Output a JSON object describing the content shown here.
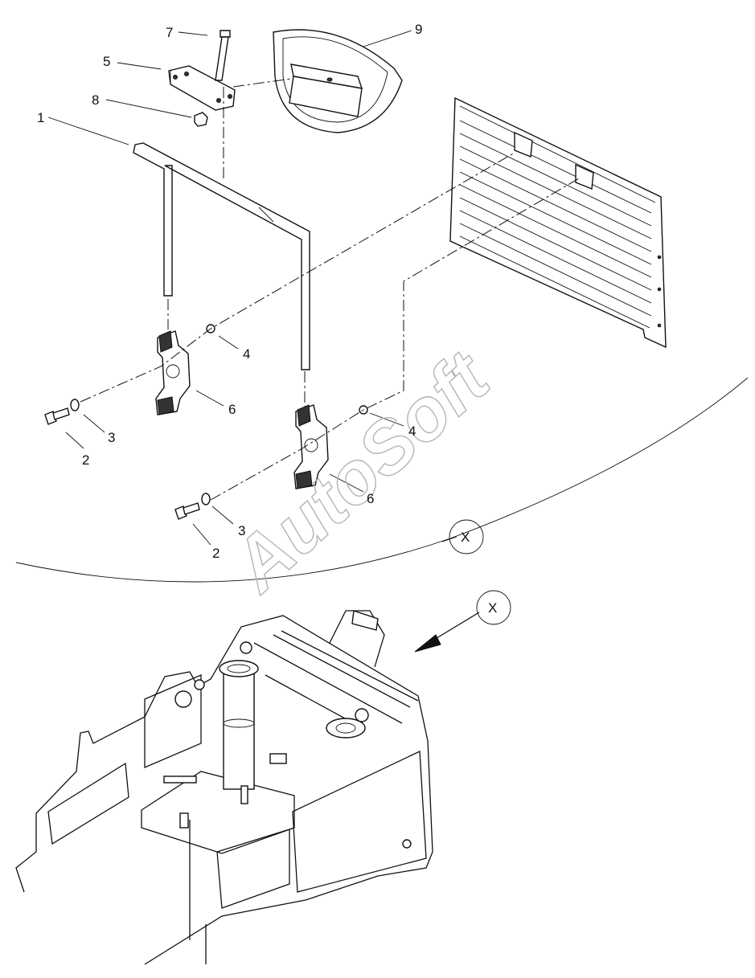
{
  "callouts": {
    "c1": "1",
    "c2a": "2",
    "c2b": "2",
    "c3a": "3",
    "c3b": "3",
    "c4a": "4",
    "c4b": "4",
    "c5": "5",
    "c6a": "6",
    "c6b": "6",
    "c7": "7",
    "c8": "8",
    "c9": "9"
  },
  "detail_marker": {
    "detail_circle": "X",
    "view_arrow": "X"
  },
  "watermark": "AutoSoft",
  "colors": {
    "line": "#111111",
    "watermark": "#b5b5b5",
    "background": "#ffffff"
  }
}
